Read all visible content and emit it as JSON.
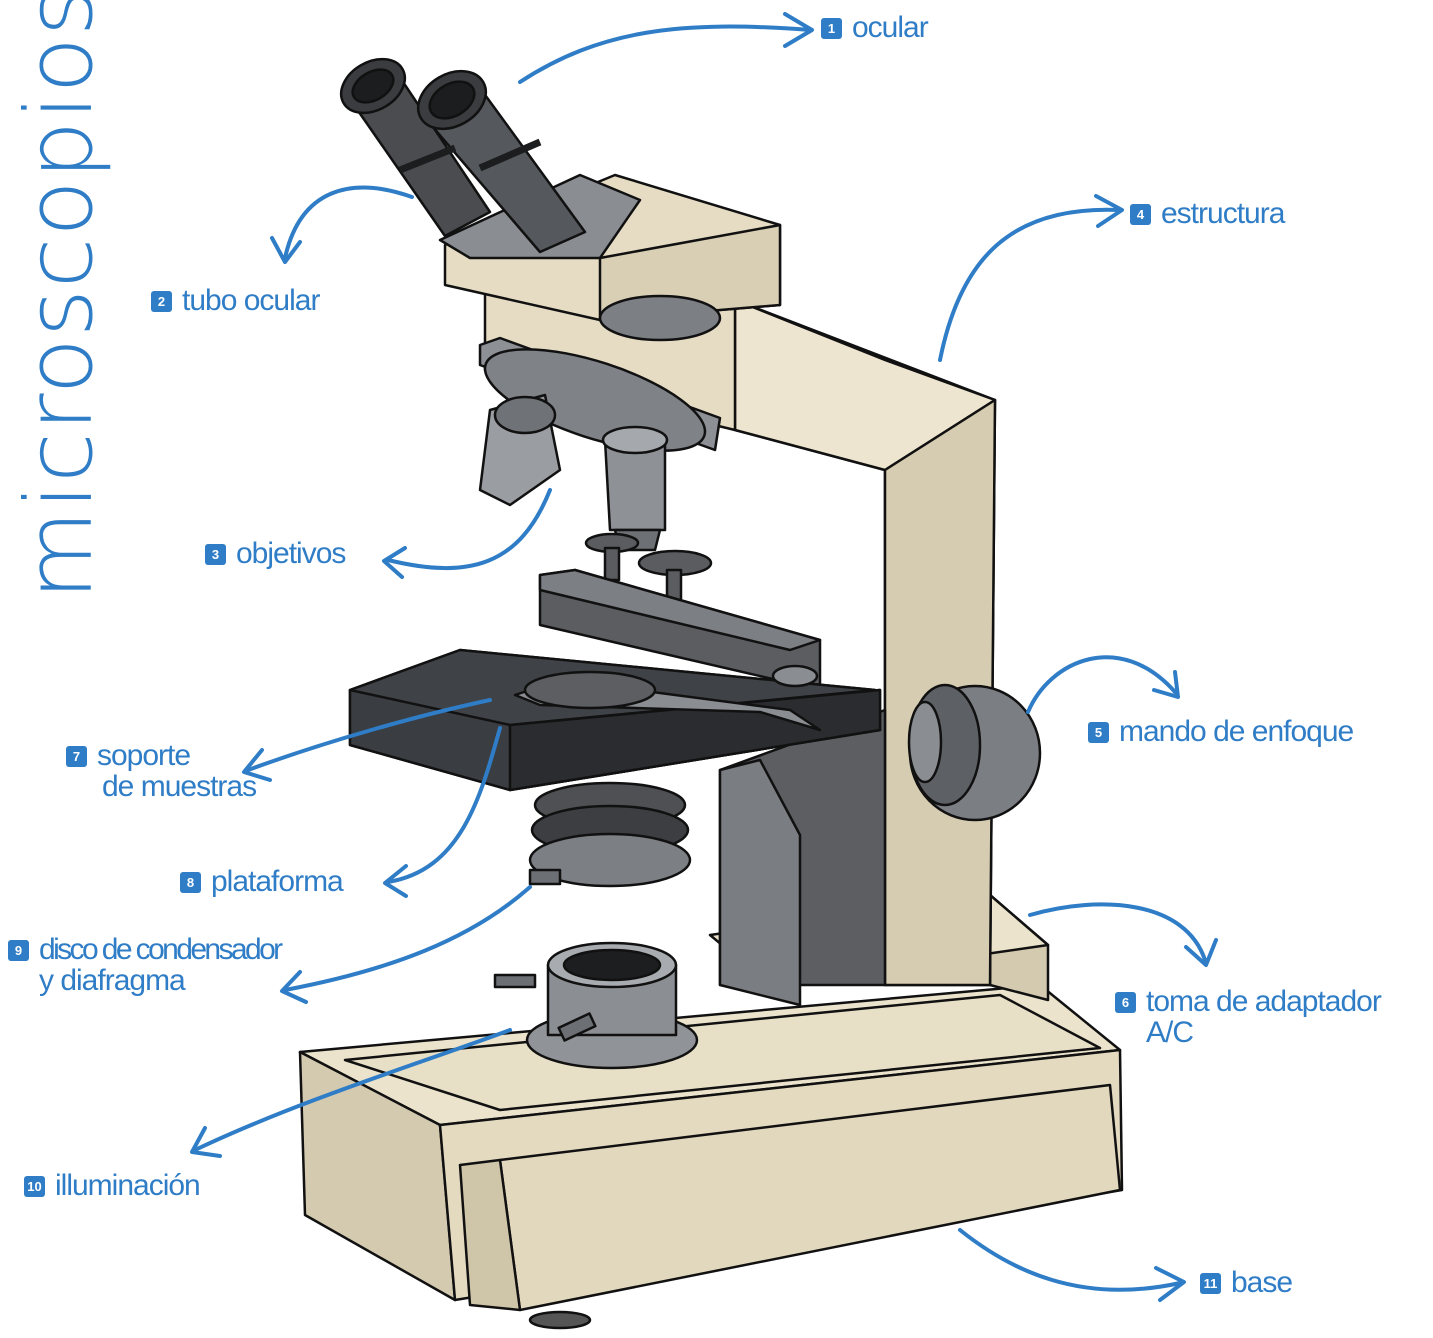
{
  "title": "microscopios",
  "colors": {
    "accent": "#2f7dc6",
    "body": "#e5dcc3",
    "body_shade": "#cfc5a9",
    "dark": "#4a4c50",
    "gray": "#8a8d92",
    "stage": "#2e3033"
  },
  "labels": [
    {
      "num": "1",
      "line1": "ocular",
      "line2": ""
    },
    {
      "num": "2",
      "line1": "tubo ocular",
      "line2": ""
    },
    {
      "num": "3",
      "line1": "objetivos",
      "line2": ""
    },
    {
      "num": "4",
      "line1": "estructura",
      "line2": ""
    },
    {
      "num": "5",
      "line1": "mando de enfoque",
      "line2": ""
    },
    {
      "num": "6",
      "line1": "toma de adaptador",
      "line2": "A/C"
    },
    {
      "num": "7",
      "line1": "soporte",
      "line2": "de muestras"
    },
    {
      "num": "8",
      "line1": "plataforma",
      "line2": ""
    },
    {
      "num": "9",
      "line1": "disco de condensador",
      "line2": "y diafragma"
    },
    {
      "num": "10",
      "line1": "illuminación",
      "line2": ""
    },
    {
      "num": "11",
      "line1": "base",
      "line2": ""
    }
  ]
}
